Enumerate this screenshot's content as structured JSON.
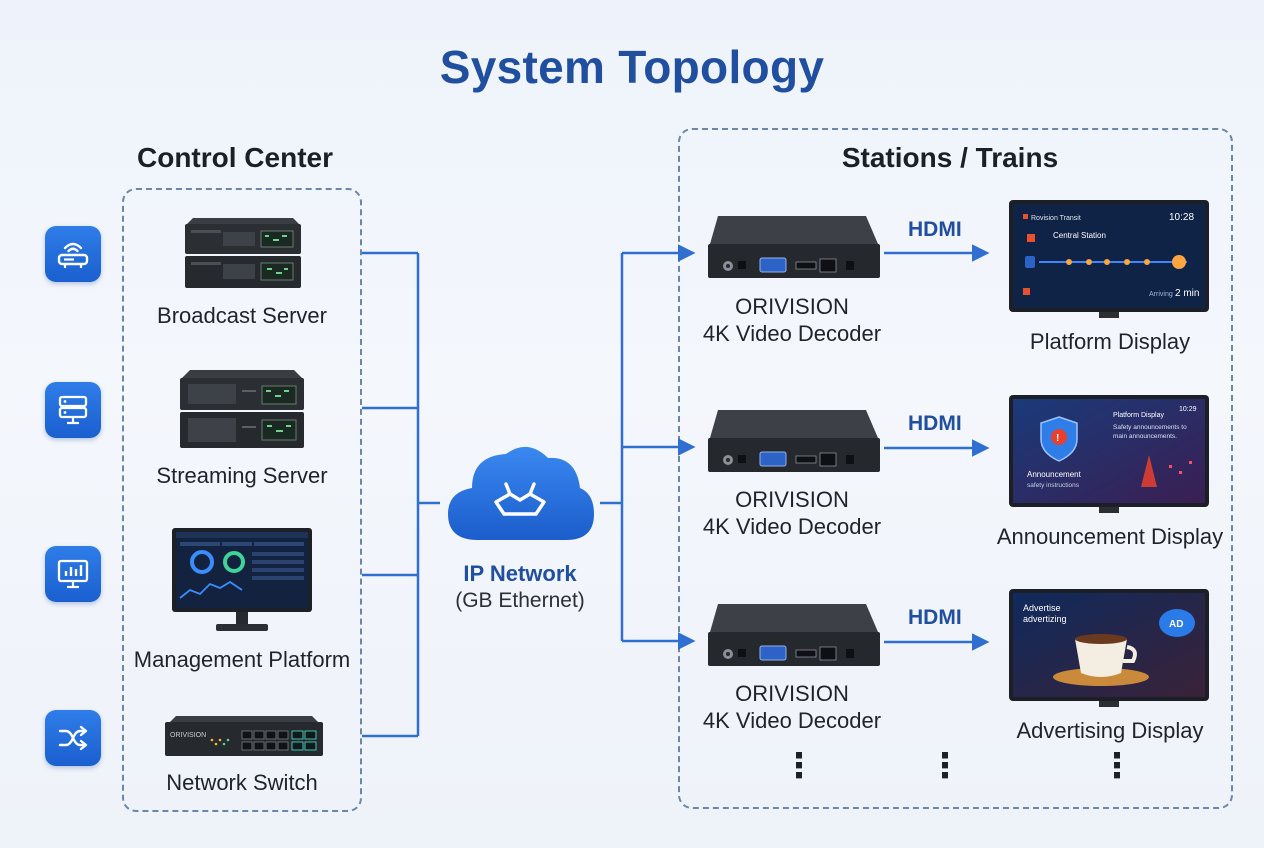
{
  "title": "System Topology",
  "control_center": {
    "title": "Control Center",
    "devices": [
      {
        "label": "Broadcast Server"
      },
      {
        "label": "Streaming Server"
      },
      {
        "label": "Management Platform"
      },
      {
        "label": "Network Switch"
      }
    ],
    "switch_brand": "ORIVISION"
  },
  "network": {
    "label": "IP Network",
    "sublabel": "(GB Ethernet)"
  },
  "stations": {
    "title": "Stations / Trains",
    "decoders": [
      {
        "brand": "ORIVISION",
        "model": "4K Video Decoder"
      },
      {
        "brand": "ORIVISION",
        "model": "4K Video Decoder"
      },
      {
        "brand": "ORIVISION",
        "model": "4K Video Decoder"
      }
    ],
    "link_label": "HDMI",
    "displays": [
      {
        "label": "Platform Display"
      },
      {
        "label": "Announcement Display"
      },
      {
        "label": "Advertising Display"
      }
    ],
    "ellipsis": "⋮"
  },
  "screens": {
    "platform": {
      "header": "Rovision Transit",
      "time": "10:28",
      "station": "Central Station",
      "eta": "2 min",
      "arrive": "Arriving"
    },
    "announcement": {
      "header": "Platform Display",
      "time": "10:29",
      "text1": "Safety announcements to",
      "text2": "main announcements.",
      "title": "Announcement",
      "sub": "safety instructions"
    },
    "advertising": {
      "line1": "Advertise",
      "line2": "advertizing",
      "badge": "AD"
    }
  },
  "colors": {
    "accent": "#1f4f9e",
    "line": "#2f6fd0",
    "icon": "#1f6bdc"
  }
}
